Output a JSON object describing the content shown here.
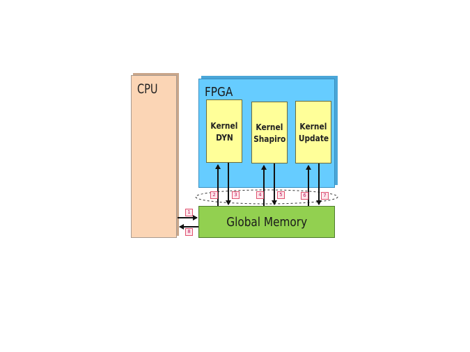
{
  "cpu": {
    "label": "CPU"
  },
  "fpga": {
    "label": "FPGA"
  },
  "kernels": [
    {
      "line1": "Kernel",
      "line2": "DYN"
    },
    {
      "line1": "Kernel",
      "line2": "Shapiro"
    },
    {
      "line1": "Kernel",
      "line2": "Update"
    }
  ],
  "global_memory": {
    "label": "Global Memory"
  },
  "steps": [
    "1",
    "2",
    "3",
    "4",
    "5",
    "6",
    "7",
    "8"
  ],
  "colors": {
    "cpu": "#fbd5b5",
    "fpga": "#66ccff",
    "kernel": "#ffff99",
    "global_memory": "#92d050",
    "step_badge": "#e0506e"
  }
}
